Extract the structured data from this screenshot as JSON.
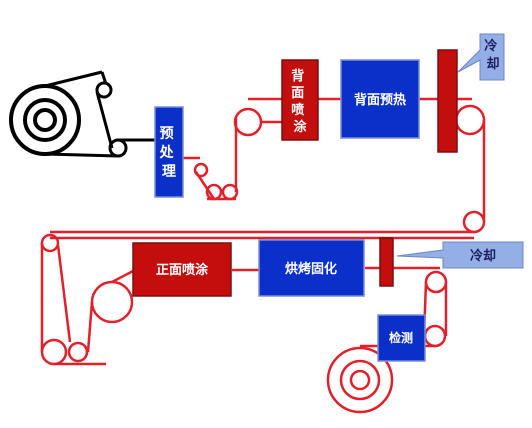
{
  "colors": {
    "web_black": "#000000",
    "web_red": "#e0202a",
    "blue_box": "#0b2fc9",
    "red_box": "#c40d0d",
    "callout_fill": "#94aee6"
  },
  "processes": {
    "pretreat": "预\n处\n理",
    "back_spray": "背\n面\n喷\n涂",
    "back_preheat": "背面预热",
    "cool_1": "冷\n却",
    "front_spray": "正面喷涂",
    "bake_cure": "烘烤固化",
    "cool_2": "冷却",
    "inspect": "检测"
  }
}
